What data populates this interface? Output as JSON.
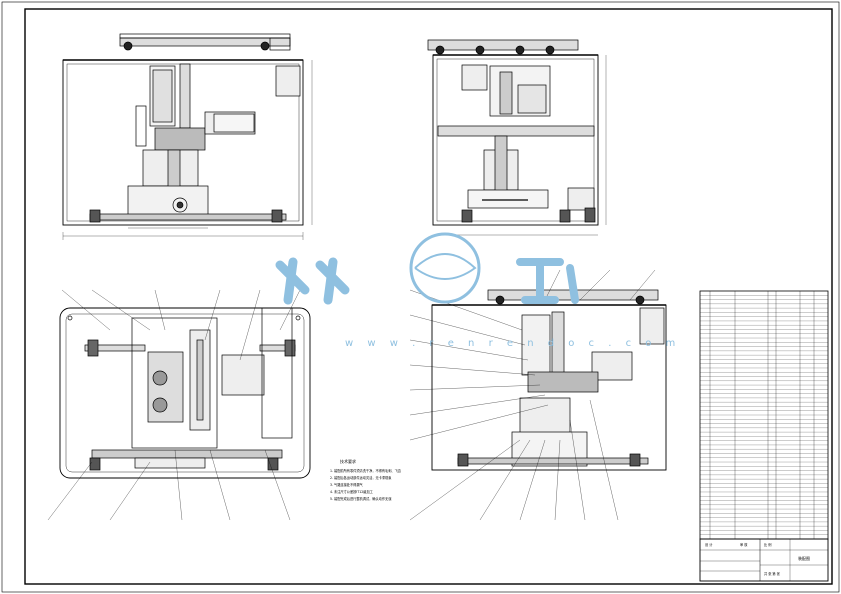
{
  "watermark": {
    "brand_cn": "人人文库",
    "url": "w w w . r e n r e n d o c . c o m",
    "color": "#8fc0e0"
  },
  "notes": {
    "heading": "技术要求",
    "lines": [
      "1. 装配前所有零件须清洗干净，不得有毛刺、飞边",
      "2. 装配后各运动部件运动灵活，无卡滞现象",
      "3. 气路连接处不得漏气",
      "4. 未注尺寸公差按IT12级加工",
      "5. 装配完成后进行整机调试，确认动作无误"
    ]
  },
  "title_block": {
    "drawing_title": "装配图",
    "scale_label": "比 例",
    "sheet_label": "共 张 第 张",
    "design_label": "设 计",
    "check_label": "审 核"
  },
  "bom_rows": 58,
  "colors": {
    "line": "#000000",
    "accent": "#8fc0e0"
  }
}
